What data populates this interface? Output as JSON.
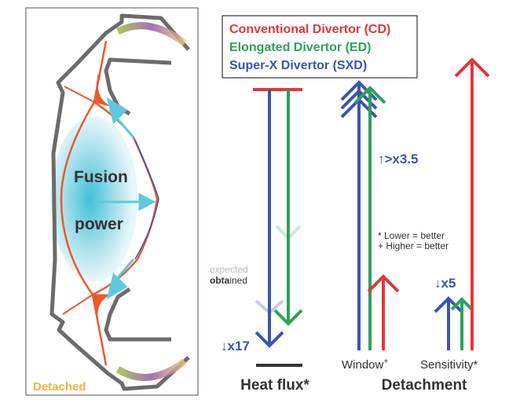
{
  "legend": {
    "cd": "Conventional Divertor (CD)",
    "ed": "Elongated Divertor (ED)",
    "sxd": "Super-X Divertor (SXD)"
  },
  "colors": {
    "cd": "#e8343a",
    "ed": "#2ea25a",
    "sxd": "#3a55b0",
    "wall": "#6b6b6b",
    "detached": "#f0b43c",
    "plasma": "#5ec8dc"
  },
  "left_panel": {
    "fusion": "Fusion",
    "power": "power",
    "detached": "Detached"
  },
  "heat_flux": {
    "title": "Heat flux*",
    "reduction": "↓x17",
    "expected": "expected",
    "obtained_bold": "obta",
    "obtained_rest": "ined"
  },
  "detachment": {
    "title": "Detachment",
    "window": "Window",
    "window_sup": "+",
    "sensitivity": "Sensitivity*",
    "window_gain": "↑>x3.5",
    "sensitivity_gain": "↓x5"
  },
  "notes": {
    "lower": "* Lower = better",
    "higher": "+ Higher = better"
  }
}
